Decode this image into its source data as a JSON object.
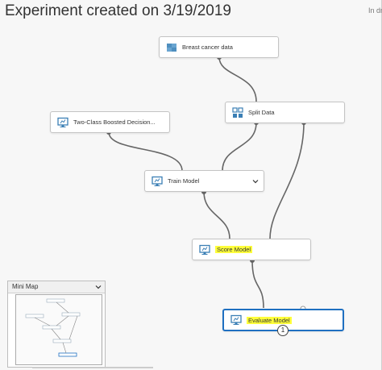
{
  "page": {
    "title": "Experiment created on 3/19/2019",
    "status_text": "In dr"
  },
  "colors": {
    "wire": "#666666",
    "selected_border": "#1f70c1",
    "highlight": "#ffff3a"
  },
  "modules": {
    "breast_cancer": {
      "label": "Breast cancer data",
      "icon": "dataset-icon"
    },
    "split_data": {
      "label": "Split Data",
      "icon": "split-data-icon"
    },
    "boosted_tree": {
      "label": "Two-Class Boosted Decision...",
      "icon": "monitor-icon"
    },
    "train_model": {
      "label": "Train Model",
      "icon": "monitor-icon",
      "has_dropdown": true
    },
    "score_model": {
      "label": "Score Model",
      "icon": "monitor-icon",
      "highlighted": true
    },
    "evaluate_model": {
      "label": "Evaluate Model",
      "icon": "monitor-icon",
      "highlighted": true,
      "selected": true,
      "badge": "1"
    }
  },
  "minimap": {
    "title": "Mini Map",
    "state": "expanded"
  }
}
